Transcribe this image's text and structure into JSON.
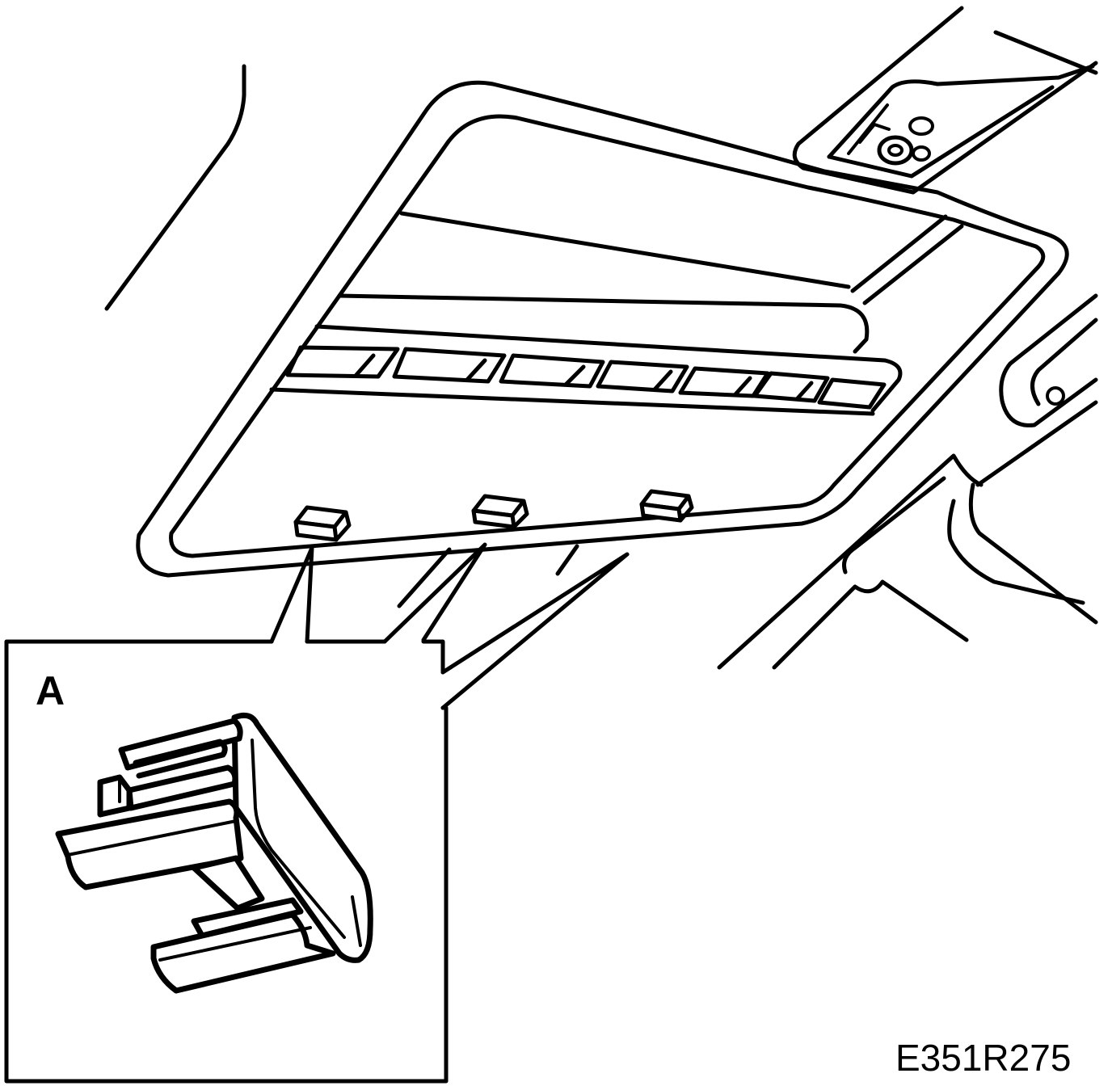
{
  "detail_label": "A",
  "figure_code": "E351R275",
  "colors": {
    "line": "#000000",
    "background": "#ffffff"
  },
  "parts": {
    "roof_panel": "headliner-roof-panel",
    "sunroof_opening": "sunroof-opening-frame",
    "sunshade_slats": 7,
    "clips_shown": 3,
    "detail_part": "retaining-clip"
  }
}
